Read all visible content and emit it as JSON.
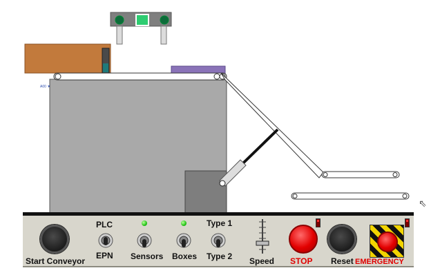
{
  "scene": {
    "sensor_tag": "A00 ▼"
  },
  "panel": {
    "start_conveyor": "Start Conveyor",
    "plc_top": "PLC",
    "plc_bottom": "EPN",
    "sensors": "Sensors",
    "boxes": "Boxes",
    "type_top": "Type 1",
    "type_bottom": "Type 2",
    "speed": "Speed",
    "stop": "STOP",
    "reset": "Reset",
    "emergency": "EMERGENCY"
  },
  "colors": {
    "panel_bg": "#d8d6cc",
    "machine_gray": "#a9a9a9",
    "led_green": "#26c61a",
    "stop_red": "#e20000",
    "box_brown": "#c27a3c",
    "box_purple": "#8a73b8"
  }
}
